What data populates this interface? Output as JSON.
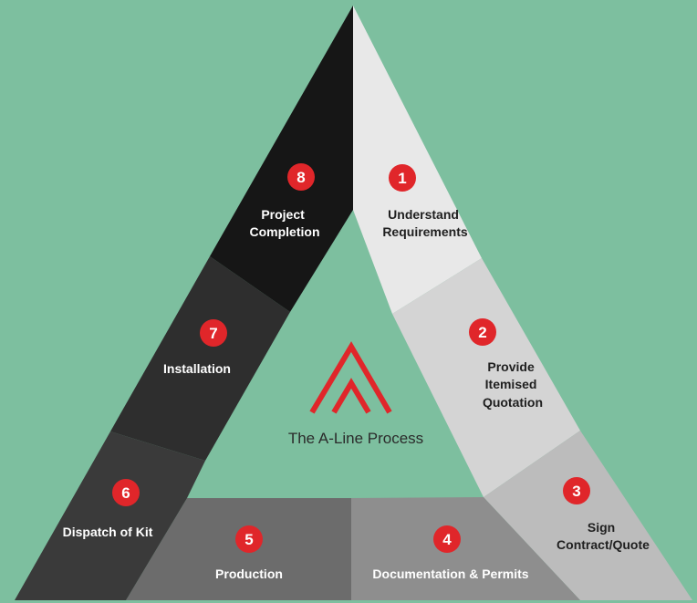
{
  "title": "The A-Line Process",
  "colors": {
    "background": "#7dbf9f",
    "badge": "#e0262a",
    "logo": "#e0262a"
  },
  "steps": [
    {
      "number": "1",
      "lines": [
        "Understand",
        "Requirements"
      ]
    },
    {
      "number": "2",
      "lines": [
        "Provide",
        "Itemised",
        "Quotation"
      ]
    },
    {
      "number": "3",
      "lines": [
        "Sign",
        "Contract/Quote"
      ]
    },
    {
      "number": "4",
      "lines": [
        "Documentation & Permits"
      ]
    },
    {
      "number": "5",
      "lines": [
        "Production"
      ]
    },
    {
      "number": "6",
      "lines": [
        "Dispatch of Kit"
      ]
    },
    {
      "number": "7",
      "lines": [
        "Installation"
      ]
    },
    {
      "number": "8",
      "lines": [
        "Project",
        "Completion"
      ]
    }
  ]
}
